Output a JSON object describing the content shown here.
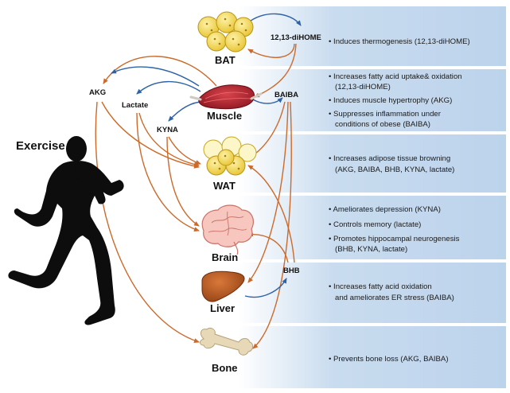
{
  "exercise_label": "Exercise",
  "organs": {
    "bat": "BAT",
    "muscle": "Muscle",
    "wat": "WAT",
    "brain": "Brain",
    "liver": "Liver",
    "bone": "Bone"
  },
  "metabolites": {
    "diHOME": "12,13-diHOME",
    "akg": "AKG",
    "lactate": "Lactate",
    "baiba": "BAIBA",
    "kyna": "KYNA",
    "bhb": "BHB"
  },
  "effects": {
    "bat": [
      "• Induces thermogenesis (12,13-diHOME)"
    ],
    "muscle": [
      "• Increases fatty acid uptake& oxidation",
      "   (12,13-diHOME)",
      "• Induces muscle hypertrophy (AKG)",
      "• Suppresses inflammation under",
      "   conditions of obese (BAIBA)"
    ],
    "wat": [
      "• Increases adipose tissue browning",
      "   (AKG, BAIBA, BHB, KYNA, lactate)"
    ],
    "brain": [
      "• Ameliorates depression (KYNA)",
      "• Controls memory (lactate)",
      "• Promotes hippocampal neurogenesis",
      "   (BHB, KYNA, lactate)"
    ],
    "liver": [
      "• Increases fatty acid oxidation",
      "   and ameliorates ER stress (BAIBA)"
    ],
    "bone": [
      "• Prevents bone loss (AKG, BAIBA)"
    ]
  },
  "colors": {
    "panel": "#c9dcef",
    "orange_arrow": "#cc6a2a",
    "blue_arrow": "#2f63a8",
    "fat": "#f2d347",
    "muscle": "#b5222b",
    "liver": "#b8581f",
    "bone": "#e3d2b0",
    "brain": "#f4b8b0"
  }
}
